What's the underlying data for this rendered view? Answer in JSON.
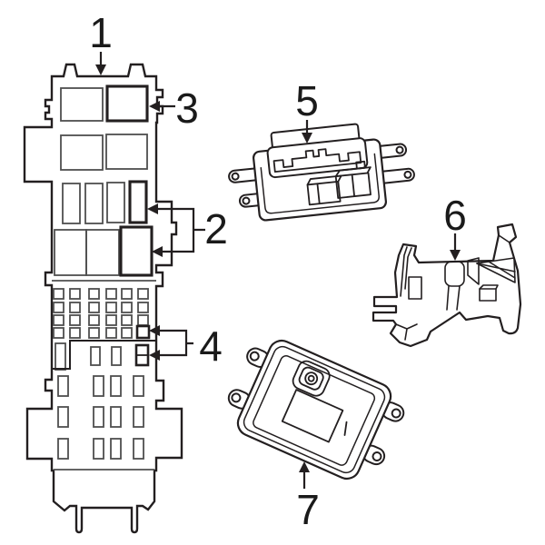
{
  "diagram": {
    "background": "#ffffff",
    "outline_color": "#231f20",
    "detail_color": "#4f4f4f",
    "text_color": "#1a1a1a",
    "callouts": [
      {
        "label": "1"
      },
      {
        "label": "2"
      },
      {
        "label": "3"
      },
      {
        "label": "4"
      },
      {
        "label": "5"
      },
      {
        "label": "6"
      },
      {
        "label": "7"
      }
    ]
  }
}
